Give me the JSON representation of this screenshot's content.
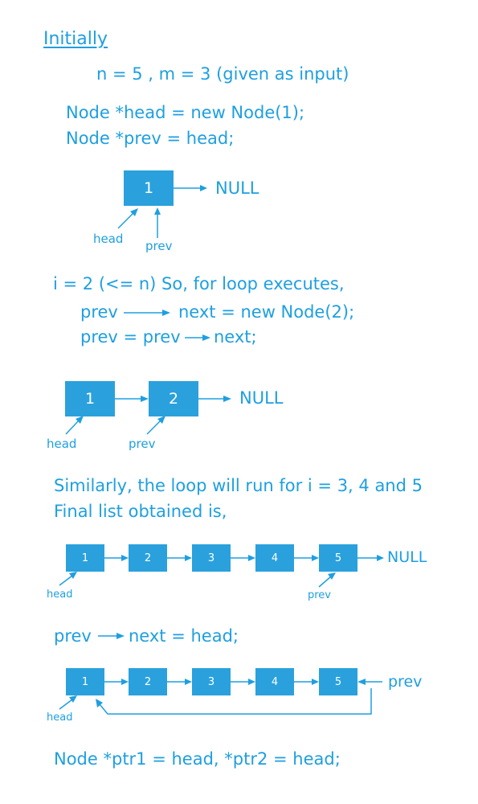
{
  "heading": "Initially",
  "input_line": "n = 5 , m = 3  (given as input)",
  "code1": [
    "Node *head = new Node(1);",
    "Node *prev = head;"
  ],
  "diagram1": {
    "nodes": [
      "1"
    ],
    "tail": "NULL",
    "head_label": "head",
    "prev_label": "prev"
  },
  "loop_line": "i = 2  (<= n)  So, for loop executes,",
  "loop_code": {
    "line1_a": "prev",
    "line1_b": "next = new Node(2);",
    "line2_a": "prev = prev",
    "line2_b": "next;"
  },
  "diagram2": {
    "nodes": [
      "1",
      "2"
    ],
    "tail": "NULL",
    "head_label": "head",
    "prev_label": "prev"
  },
  "similar_lines": [
    "Similarly, the loop will run for i = 3, 4 and 5",
    "Final list obtained is,"
  ],
  "diagram3": {
    "nodes": [
      "1",
      "2",
      "3",
      "4",
      "5"
    ],
    "tail": "NULL",
    "head_label": "head",
    "prev_label": "prev"
  },
  "circular_code": {
    "a": "prev",
    "b": "next = head;"
  },
  "diagram4": {
    "nodes": [
      "1",
      "2",
      "3",
      "4",
      "5"
    ],
    "head_label": "head",
    "prev_label": "prev"
  },
  "final_code": "Node *ptr1 = head, *ptr2 = head;"
}
